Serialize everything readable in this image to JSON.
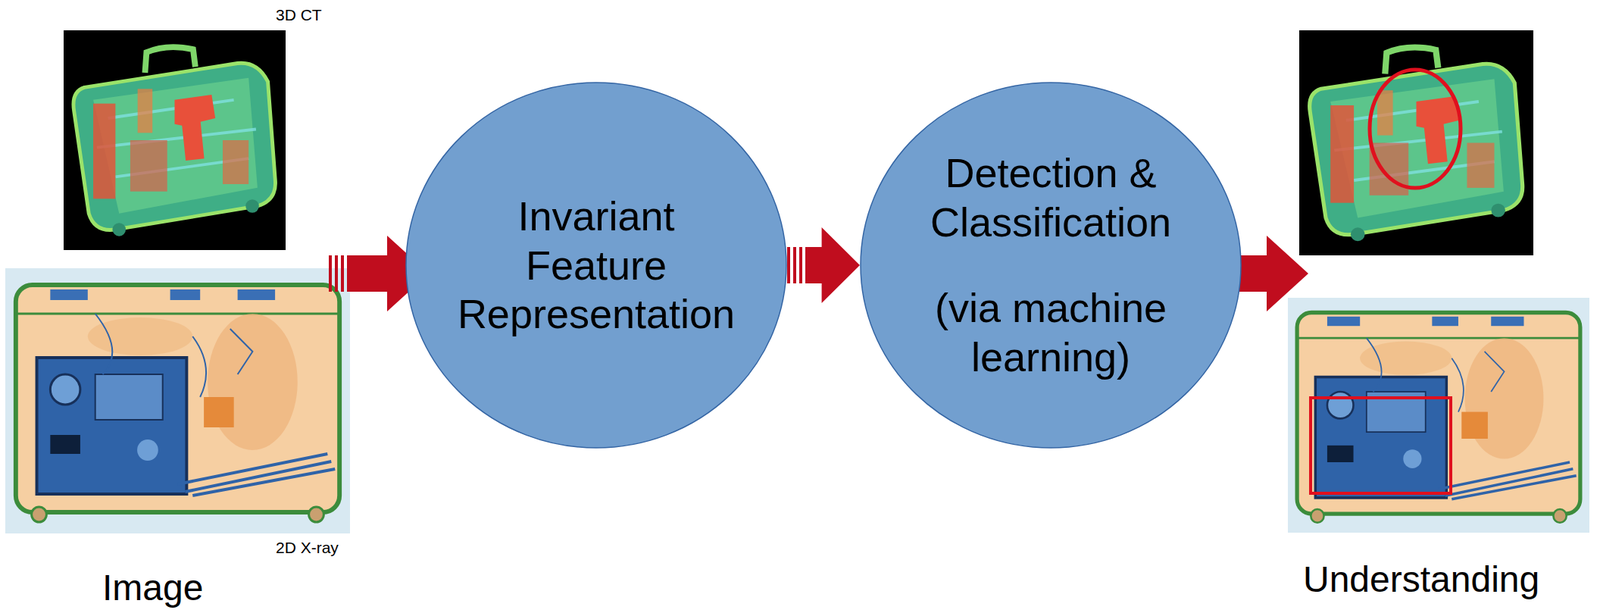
{
  "diagram": {
    "nodes": [
      {
        "text": [
          "Invariant Feature Representation"
        ]
      },
      {
        "text": [
          "Detection & Classification",
          "(via machine learning)"
        ]
      }
    ],
    "edges": [
      {
        "from": 0,
        "to": 1,
        "arrow": "to"
      }
    ],
    "labels": [
      "3D CT",
      "2D X-ray",
      "Image",
      "Understanding"
    ]
  }
}
